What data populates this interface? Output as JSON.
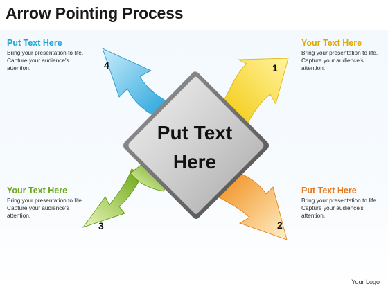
{
  "title": "Arrow Pointing Process",
  "blocks": {
    "top_left": {
      "heading": "Put Text Here",
      "color": "#1aa3cf",
      "lines": [
        "Bring your presentation to life.",
        "Capture your audience's",
        "attention."
      ]
    },
    "top_right": {
      "heading": "Your Text Here",
      "color": "#e0a800",
      "lines": [
        "Bring your presentation to life.",
        "Capture your audience's",
        "attention."
      ]
    },
    "bottom_left": {
      "heading": "Your Text Here",
      "color": "#6aa51c",
      "lines": [
        "Bring your presentation to life.",
        "Capture your audience's",
        "attention."
      ]
    },
    "bottom_right": {
      "heading": "Put Text Here",
      "color": "#e8791c",
      "lines": [
        "Bring your presentation to life.",
        "Capture your audience's",
        "attention."
      ]
    }
  },
  "center": {
    "line1": "Put Text",
    "line2": "Here"
  },
  "arrows": {
    "top_right": {
      "number": "1",
      "color": "#f2c500"
    },
    "bottom_right": {
      "number": "2",
      "color": "#f0901c"
    },
    "bottom_left": {
      "number": "3",
      "color": "#76b41c"
    },
    "top_left": {
      "number": "4",
      "color": "#22a9de"
    }
  },
  "logo": "Your Logo"
}
